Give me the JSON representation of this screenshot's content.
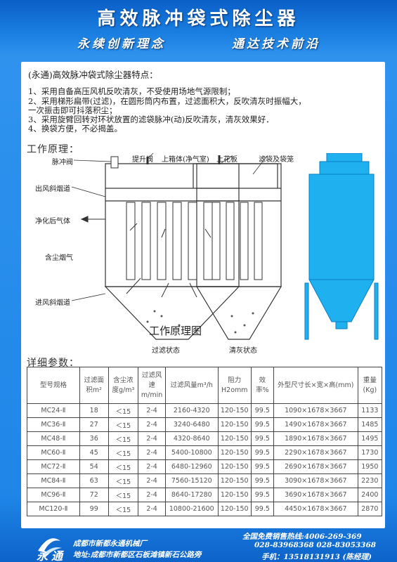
{
  "header": {
    "title": "高效脉冲袋式除尘器",
    "slogan_left": "永续创新理念",
    "slogan_right": "通达技术前沿"
  },
  "features": {
    "title": "(永通)高效脉冲袋式除尘器特点：",
    "items": [
      "1、采用自备高压风机反吹清灰，不受使用场地气源限制；",
      "2、采用梯形扁带(过滤)，在圆形筒内布置，过滤面积大，反吹清灰时振幅大，",
      "一次振击即可抖落积尘；",
      "3、采用旋臂回转对环状放置的滤袋脉冲(动)反吹清灰，清灰效果好．",
      "4、换袋方便，不必揭盖。"
    ]
  },
  "principle": {
    "heading": "工作原理：",
    "labels": {
      "pulse_valve": "脉冲阀",
      "lift_valve": "提升阀",
      "upper_box": "上箱体(净气室)",
      "outlet_duct": "出风斜烟道",
      "clean_gas": "净化后气体",
      "dusty_gas": "含尘烟气",
      "inlet_duct": "进风斜烟道",
      "upper_plate": "上花板",
      "bag_cage": "滤袋及袋笼",
      "caption": "工作原理图",
      "filter_state": "过滤状态",
      "clean_state": "清灰状态"
    }
  },
  "params": {
    "heading": "详细参数：",
    "headers": [
      "型号规格",
      "过滤面积m²",
      "含尘浓度g/m³",
      "过滤风速m/min",
      "过滤风量m³/h",
      "阻力H2omm",
      "效率%",
      "外型尺寸长×宽×高(mm)",
      "重量(Kg)"
    ],
    "rows": [
      [
        "MC24-Ⅱ",
        "18",
        "＜15",
        "2-4",
        "2160-4320",
        "120-150",
        "99.5",
        "1090×1678×3667",
        "1133"
      ],
      [
        "MC36-Ⅱ",
        "27",
        "＜15",
        "2-4",
        "3240-6480",
        "120-150",
        "99.5",
        "1490×1678×3667",
        "1485"
      ],
      [
        "MC48-Ⅱ",
        "36",
        "＜15",
        "2-4",
        "4320-8640",
        "120-150",
        "99.5",
        "1890×1678×3667",
        "1495"
      ],
      [
        "MC60-Ⅱ",
        "45",
        "＜15",
        "2-4",
        "5400-10800",
        "120-150",
        "99.5",
        "2290×1678×3667",
        "1730"
      ],
      [
        "MC72-Ⅱ",
        "54",
        "＜15",
        "2-4",
        "6480-12960",
        "120-150",
        "99.5",
        "2690×1678×3667",
        "1950"
      ],
      [
        "MC84-Ⅱ",
        "63",
        "＜15",
        "2-4",
        "7560-15120",
        "120-150",
        "99.5",
        "3090×1678×3667",
        "2230"
      ],
      [
        "MC96-Ⅱ",
        "72",
        "＜15",
        "2-4",
        "8640-17280",
        "120-150",
        "99.5",
        "3690×1678×3667",
        "2400"
      ],
      [
        "MC120-Ⅱ",
        "99",
        "＜15",
        "2-4",
        "10800-21600",
        "120-150",
        "99.5",
        "4450×1678×3667",
        "2870"
      ]
    ]
  },
  "footer": {
    "logo_text": "永通",
    "company": "成都市新都永通机械厂",
    "address": "地址:成都市新都区石板滩镇新石公路旁",
    "hotline": "全国免费销售热线:4006-269-369",
    "phones": "028-83968368  028-83053368",
    "mobile": "手机：13518131913 (陈经理)"
  },
  "colors": {
    "background": "#1f86e8",
    "product": "#1fb0ef"
  }
}
